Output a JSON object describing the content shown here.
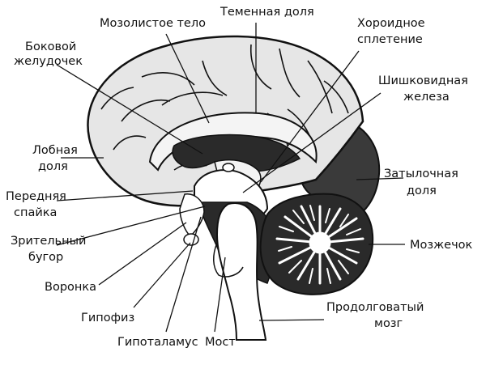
{
  "labels": {
    "corpus_callosum": "Мозолистое тело",
    "parietal_lobe": "Теменная доля",
    "choroid_plexus_1": "Хороидное",
    "choroid_plexus_2": "сплетение",
    "lateral_ventricle_1": "Боковой",
    "lateral_ventricle_2": "желудочек",
    "pineal_1": "Шишковидная",
    "pineal_2": "железа",
    "frontal_1": "Лобная",
    "frontal_2": "доля",
    "occipital_1": "Затылочная",
    "occipital_2": "доля",
    "ant_commissure_1": "Передняя",
    "ant_commissure_2": "спайка",
    "thalamus_1": "Зрительный",
    "thalamus_2": "бугор",
    "cerebellum": "Мозжечок",
    "infundibulum": "Воронка",
    "medulla_1": "Продолговатый",
    "medulla_2": "мозг",
    "pituitary": "Гипофиз",
    "hypothalamus": "Гипоталамус",
    "pons": "Мост"
  },
  "colors": {
    "cortex_light": "#e6e6e6",
    "cortex_dark": "#3a3a3a",
    "ventricle": "#2a2a2a",
    "outline": "#111111"
  }
}
